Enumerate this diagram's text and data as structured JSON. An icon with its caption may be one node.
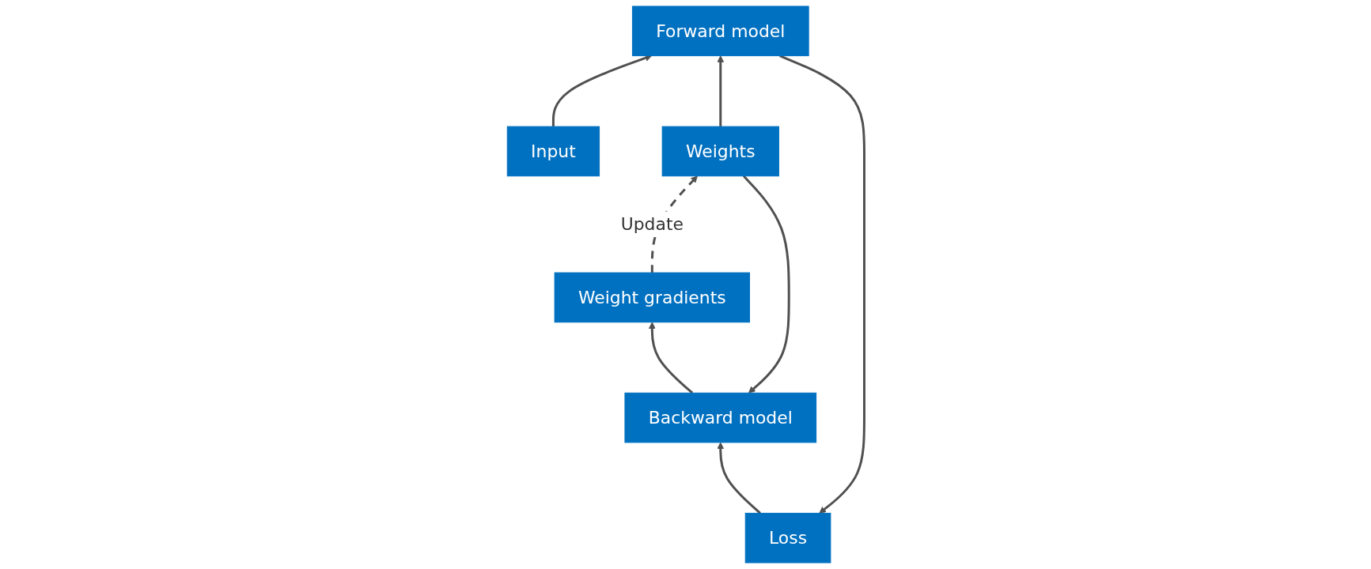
{
  "diagram": {
    "nodes": [
      {
        "text": [
          "Loss"
        ]
      },
      {
        "text": [
          "Forward model"
        ]
      },
      {
        "text": [
          "Backward model"
        ]
      },
      {
        "text": [
          "Input"
        ]
      },
      {
        "text": [
          "Weights"
        ]
      },
      {
        "text": [
          "Weight gradients"
        ]
      }
    ],
    "edges": [
      {
        "from": 1,
        "to": 0,
        "arrow": "to"
      },
      {
        "from": 0,
        "to": 2,
        "arrow": "to"
      },
      {
        "from": 3,
        "to": 1,
        "arrow": "to"
      },
      {
        "from": 4,
        "to": 1,
        "arrow": "to"
      },
      {
        "from": 4,
        "to": 2,
        "arrow": "to"
      },
      {
        "from": 2,
        "to": 5,
        "arrow": "to"
      },
      {
        "from": 5,
        "to": 4,
        "arrow": "to",
        "label": "Update",
        "style": "dashed"
      }
    ]
  }
}
